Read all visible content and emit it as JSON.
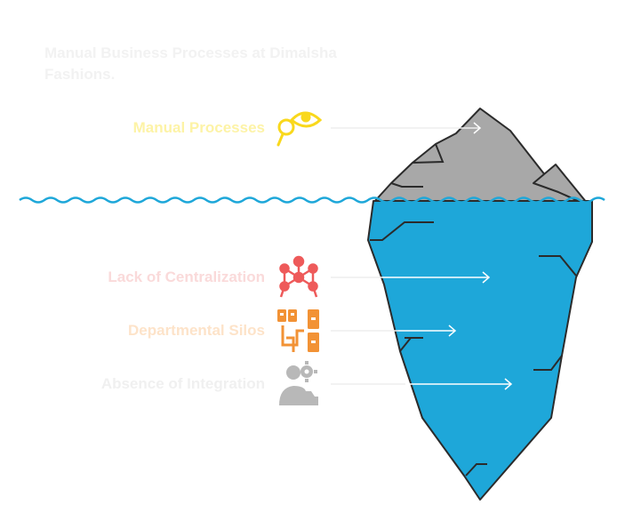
{
  "title": "Manual Business Processes at Dimalsha Fashions.",
  "items": [
    {
      "label": "Manual Processes",
      "icon": "eye-magnifier-icon",
      "color": "#fdf3a6",
      "icon_color": "#f9d81c",
      "zone": "above water"
    },
    {
      "label": "Lack of Centralization",
      "icon": "atomium-network-icon",
      "color": "#fadada",
      "icon_color": "#ee5a5a",
      "zone": "below water"
    },
    {
      "label": "Departmental Silos",
      "icon": "organization-blocks-icon",
      "color": "#fde3c9",
      "icon_color": "#f29235",
      "zone": "below water"
    },
    {
      "label": "Absence of Integration",
      "icon": "user-gear-icon",
      "color": "#f0f0f0",
      "icon_color": "#b8b8b8",
      "zone": "below water"
    }
  ],
  "colors": {
    "iceberg_top": "#a8a8a8",
    "iceberg_bottom": "#1ea7d9",
    "water_line": "#1ea7d9",
    "outline": "#2b2b2b"
  }
}
